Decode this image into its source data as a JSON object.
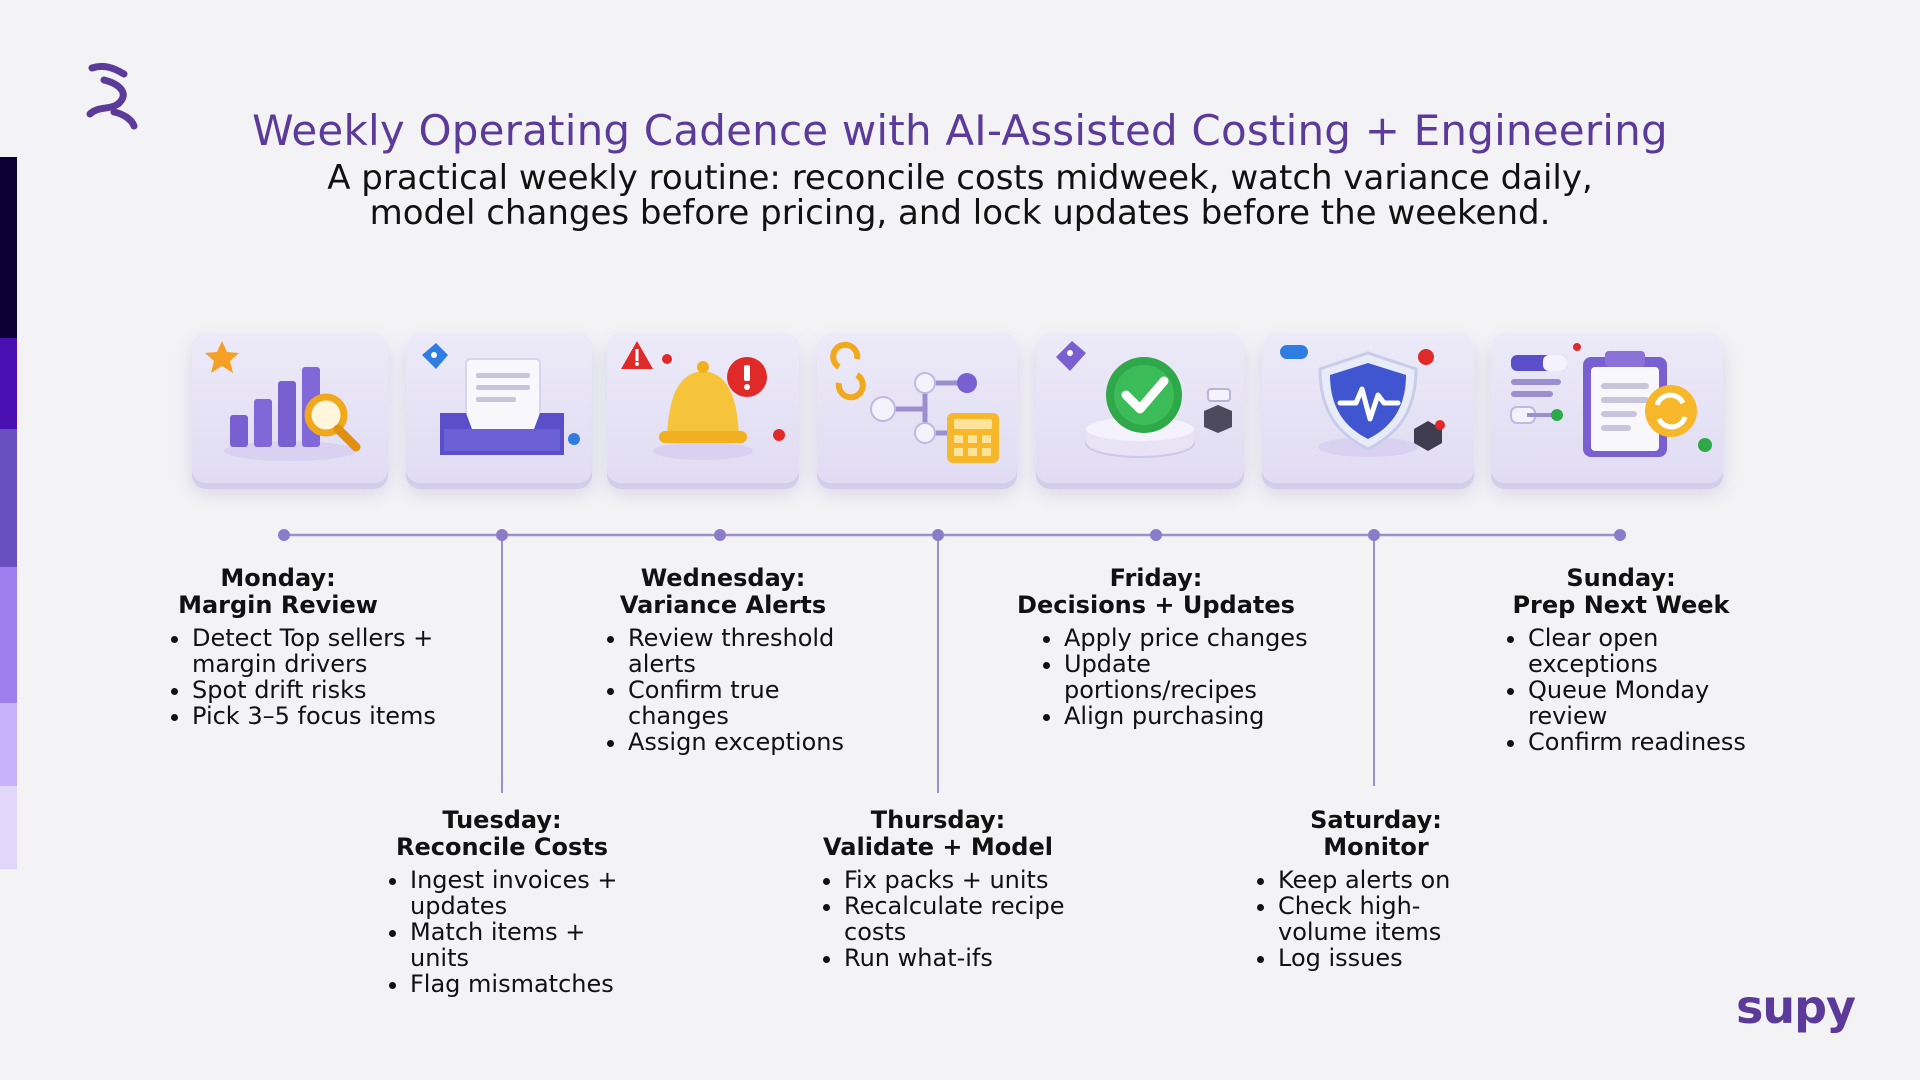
{
  "header": {
    "title": "Weekly Operating Cadence with AI-Assisted Costing + Engineering",
    "subtitle_line1": "A practical weekly routine: reconcile costs midweek, watch variance daily,",
    "subtitle_line2": "model changes before pricing, and lock updates before the weekend."
  },
  "colors": {
    "title": "#5b3a9a",
    "timeline": "#9b8fd0",
    "stripe": [
      "#0b0033",
      "#4a0fb0",
      "#6a4fc0",
      "#9e7ff0",
      "#c7b2fb",
      "#e2d6fb"
    ]
  },
  "days": [
    {
      "name": "Monday:",
      "subtitle": "Margin Review",
      "bullets": [
        "Detect Top sellers + margin drivers",
        "Spot drift risks",
        "Pick 3–5 focus items"
      ],
      "icon": "bar-chart-magnifier-icon"
    },
    {
      "name": "Tuesday:",
      "subtitle": "Reconcile Costs",
      "bullets": [
        "Ingest invoices + updates",
        "Match items + units",
        "Flag mismatches"
      ],
      "icon": "invoice-inbox-icon"
    },
    {
      "name": "Wednesday:",
      "subtitle": "Variance Alerts",
      "bullets": [
        "Review threshold alerts",
        "Confirm true changes",
        "Assign exceptions"
      ],
      "icon": "alert-bell-icon"
    },
    {
      "name": "Thursday:",
      "subtitle": "Validate + Model",
      "bullets": [
        "Fix packs + units",
        "Recalculate recipe costs",
        "Run what-ifs"
      ],
      "icon": "network-calculator-icon"
    },
    {
      "name": "Friday:",
      "subtitle": "Decisions + Updates",
      "bullets": [
        "Apply price changes",
        "Update portions/recipes",
        "Align purchasing"
      ],
      "icon": "checkmark-approval-icon"
    },
    {
      "name": "Saturday:",
      "subtitle": "Monitor",
      "bullets": [
        "Keep alerts on",
        "Check high-volume items",
        "Log issues"
      ],
      "icon": "shield-monitor-icon"
    },
    {
      "name": "Sunday:",
      "subtitle": "Prep Next Week",
      "bullets": [
        "Clear open exceptions",
        "Queue Monday review",
        "Confirm readiness"
      ],
      "icon": "clipboard-refresh-icon"
    }
  ],
  "footer": {
    "logo_text": "supy"
  }
}
